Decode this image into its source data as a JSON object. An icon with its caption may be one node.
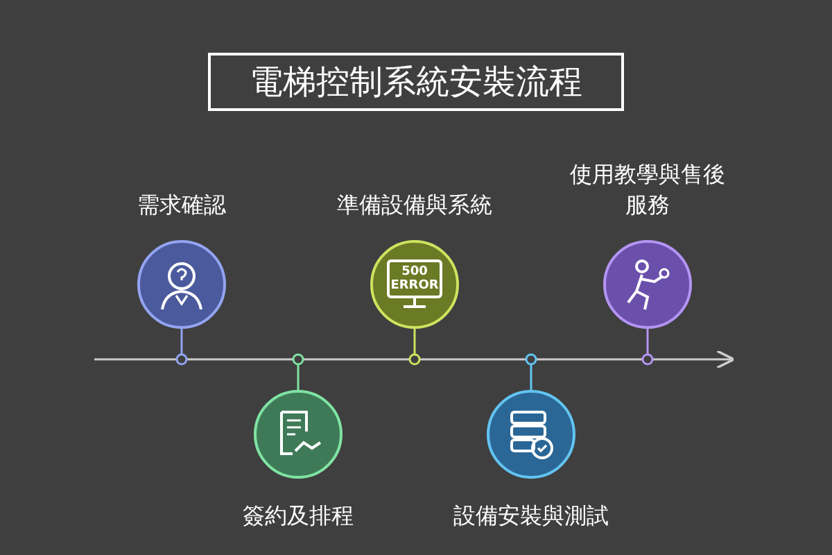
{
  "diagram": {
    "title": "電梯控制系統安裝流程",
    "nodes": [
      {
        "text": [
          "需求確認"
        ]
      },
      {
        "text": [
          "簽約及排程"
        ]
      },
      {
        "text": [
          "準備設備與系統",
          "500 ERROR"
        ]
      },
      {
        "text": [
          "設備安裝與測試"
        ]
      },
      {
        "text": [
          "使用教學與售後服務"
        ]
      }
    ]
  }
}
